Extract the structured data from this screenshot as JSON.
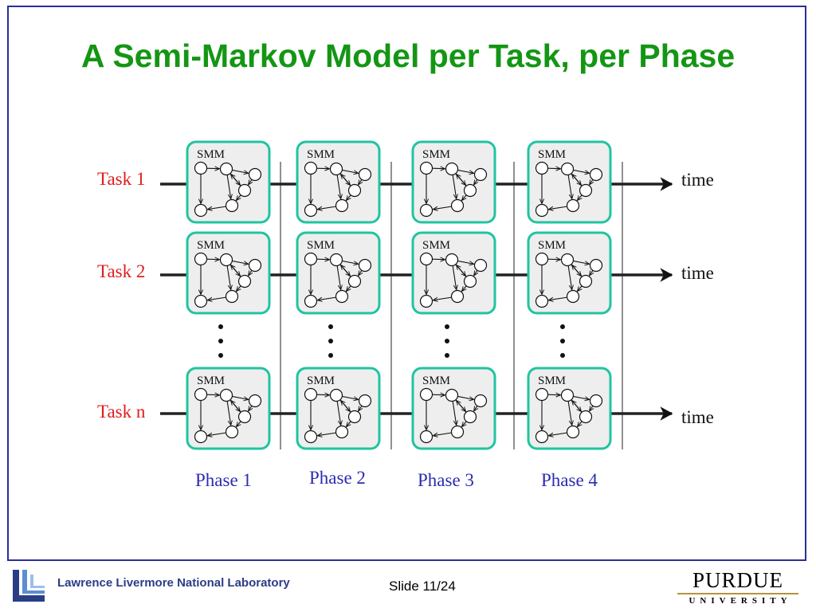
{
  "slide": {
    "title": "A Semi-Markov Model per Task, per Phase",
    "number": "Slide 11/24"
  },
  "diagram": {
    "box_label": "SMM",
    "tasks": [
      "Task 1",
      "Task 2",
      "Task n"
    ],
    "phases": [
      "Phase 1",
      "Phase 2",
      "Phase 3",
      "Phase 4"
    ],
    "axis_label": "time",
    "colors": {
      "box_border": "#20c4a0",
      "box_fill": "#eeeeee",
      "task_label": "#e01c1c",
      "phase_label": "#2c2cb0",
      "title": "#149614"
    }
  },
  "footer": {
    "lab": "Lawrence Livermore National Laboratory",
    "university": "PURDUE",
    "university_sub": "UNIVERSITY",
    "lab_logo_icon": "llnl-logo-icon"
  }
}
